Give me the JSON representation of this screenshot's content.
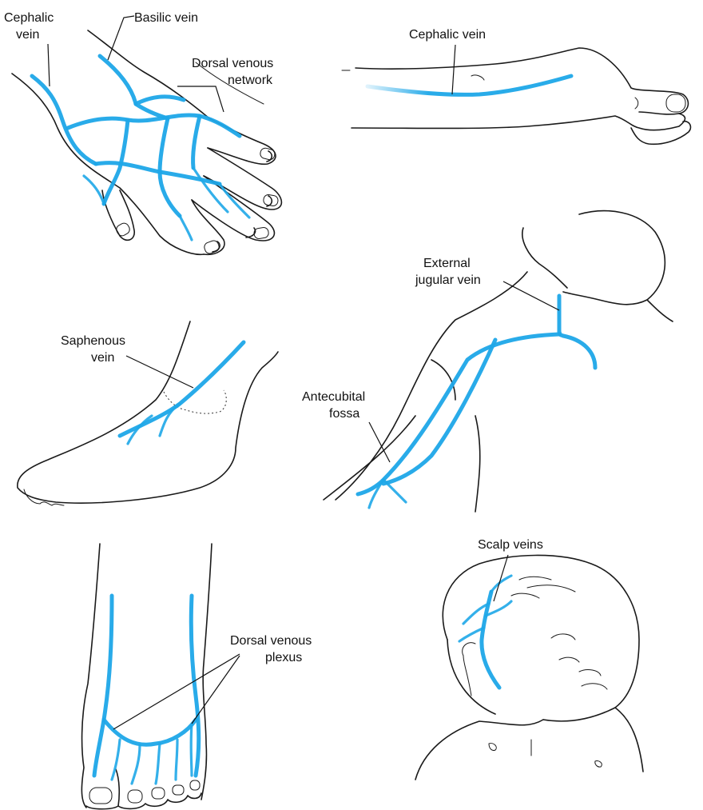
{
  "colors": {
    "vein": "#1ea7e8",
    "outline": "#1a1a1a",
    "background": "#ffffff"
  },
  "labels": {
    "hand_cephalic": [
      "Cephalic",
      "vein"
    ],
    "hand_basilic": "Basilic vein",
    "hand_dorsal": [
      "Dorsal venous",
      "network"
    ],
    "arm_cephalic": "Cephalic vein",
    "ej_vein": [
      "External",
      "jugular vein"
    ],
    "saphenous": [
      "Saphenous",
      "vein"
    ],
    "antecubital": [
      "Antecubital",
      "fossa"
    ],
    "foot_dorsal": [
      "Dorsal venous",
      "plexus"
    ],
    "scalp": "Scalp veins"
  }
}
